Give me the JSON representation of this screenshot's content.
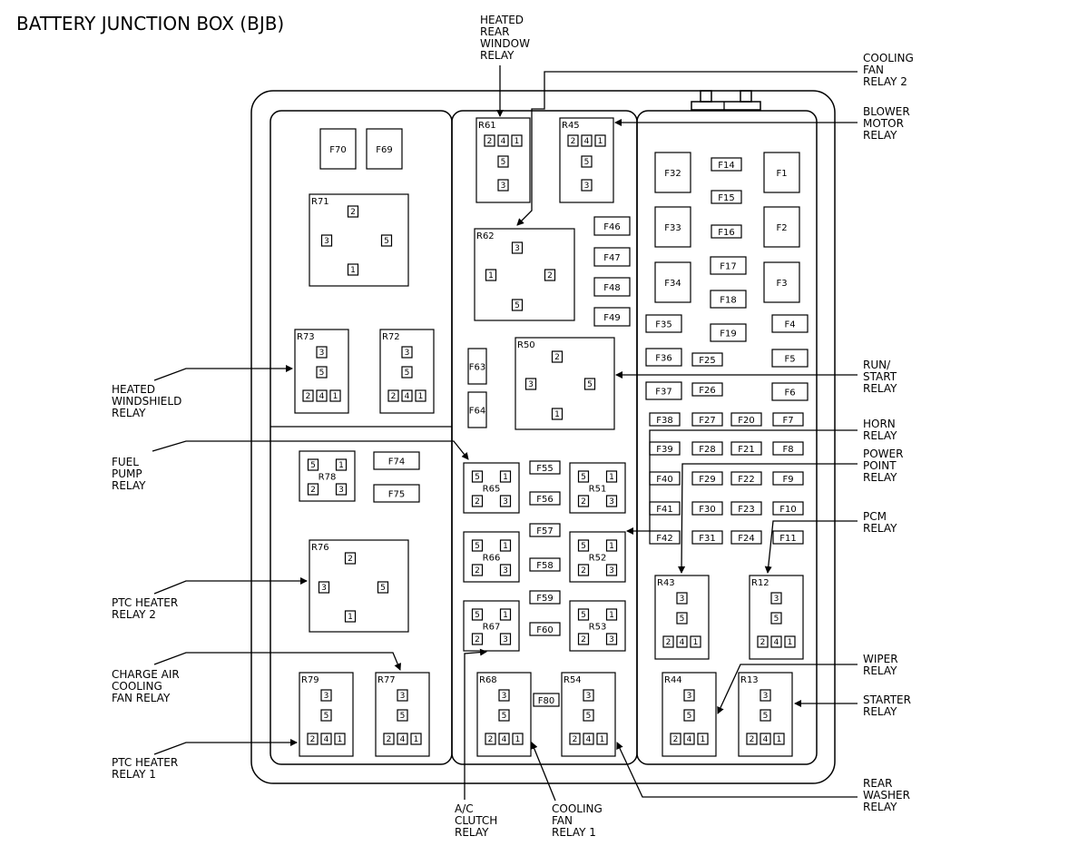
{
  "title": "BATTERY JUNCTION BOX (BJB)",
  "callouts": {
    "heated_rear_window": [
      "HEATED",
      "REAR",
      "WINDOW",
      "RELAY"
    ],
    "cooling_fan_2": [
      "COOLING",
      "FAN",
      "RELAY 2"
    ],
    "blower_motor": [
      "BLOWER",
      "MOTOR",
      "RELAY"
    ],
    "heated_windshield": [
      "HEATED",
      "WINDSHIELD",
      "RELAY"
    ],
    "run_start": [
      "RUN/",
      "START",
      "RELAY"
    ],
    "horn": [
      "HORN",
      "RELAY"
    ],
    "fuel_pump": [
      "FUEL",
      "PUMP",
      "RELAY"
    ],
    "power_point": [
      "POWER",
      "POINT",
      "RELAY"
    ],
    "pcm": [
      "PCM",
      "RELAY"
    ],
    "ptc_heater_2": [
      "PTC HEATER",
      "RELAY 2"
    ],
    "wiper": [
      "WIPER",
      "RELAY"
    ],
    "charge_air": [
      "CHARGE AIR",
      "COOLING",
      "FAN RELAY"
    ],
    "starter": [
      "STARTER",
      "RELAY"
    ],
    "ptc_heater_1": [
      "PTC HEATER",
      "RELAY 1"
    ],
    "ac_clutch": [
      "A/C",
      "CLUTCH",
      "RELAY"
    ],
    "cooling_fan_1": [
      "COOLING",
      "FAN",
      "RELAY 1"
    ],
    "rear_washer": [
      "REAR",
      "WASHER",
      "RELAY"
    ]
  },
  "fuses": {
    "F70": "F70",
    "F69": "F69",
    "F74": "F74",
    "F75": "F75",
    "F46": "F46",
    "F47": "F47",
    "F48": "F48",
    "F49": "F49",
    "F63": "F63",
    "F64": "F64",
    "F55": "F55",
    "F56": "F56",
    "F57": "F57",
    "F58": "F58",
    "F59": "F59",
    "F60": "F60",
    "F80": "F80",
    "F32": "F32",
    "F33": "F33",
    "F34": "F34",
    "F1": "F1",
    "F2": "F2",
    "F3": "F3",
    "F14": "F14",
    "F15": "F15",
    "F16": "F16",
    "F17": "F17",
    "F18": "F18",
    "F19": "F19",
    "F35": "F35",
    "F36": "F36",
    "F37": "F37",
    "F25": "F25",
    "F26": "F26",
    "F4": "F4",
    "F5": "F5",
    "F6": "F6",
    "F38": "F38",
    "F27": "F27",
    "F20": "F20",
    "F7": "F7",
    "F39": "F39",
    "F28": "F28",
    "F21": "F21",
    "F8": "F8",
    "F40": "F40",
    "F29": "F29",
    "F22": "F22",
    "F9": "F9",
    "F41": "F41",
    "F30": "F30",
    "F23": "F23",
    "F10": "F10",
    "F42": "F42",
    "F31": "F31",
    "F24": "F24",
    "F11": "F11"
  },
  "relays": {
    "R61": "R61",
    "R45": "R45",
    "R62": "R62",
    "R50": "R50",
    "R71": "R71",
    "R73": "R73",
    "R72": "R72",
    "R78": "R78",
    "R76": "R76",
    "R79": "R79",
    "R77": "R77",
    "R65": "R65",
    "R51": "R51",
    "R66": "R66",
    "R52": "R52",
    "R67": "R67",
    "R53": "R53",
    "R68": "R68",
    "R54": "R54",
    "R43": "R43",
    "R12": "R12",
    "R44": "R44",
    "R13": "R13"
  },
  "pins": {
    "p1": "1",
    "p2": "2",
    "p3": "3",
    "p4": "4",
    "p5": "5"
  }
}
